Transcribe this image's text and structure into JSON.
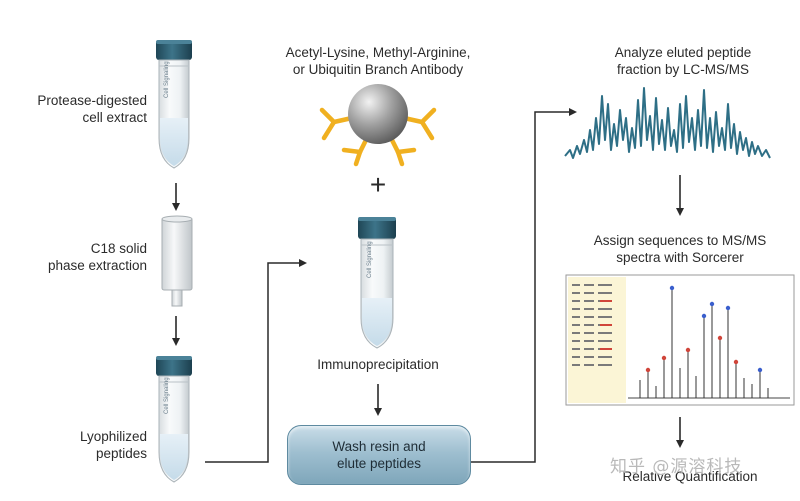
{
  "labels": {
    "digested": "Protease-digested\ncell extract",
    "c18": "C18 solid\nphase extraction",
    "lyophilized": "Lyophilized\npeptides",
    "antibody": "Acetyl-Lysine, Methyl-Arginine,\nor Ubiquitin Branch Antibody",
    "plus": "+",
    "ip": "Immunoprecipitation",
    "wash": "Wash resin and\nelute peptides",
    "analyze": "Analyze eluted peptide\nfraction by LC-MS/MS",
    "assign": "Assign sequences to MS/MS\nspectra with Sorcerer",
    "quant": "Relative Quantification"
  },
  "tube_brand": "Cell Signaling",
  "watermark": "知乎 @源溶科技",
  "colors": {
    "cap": "#2f5f73",
    "arrow": "#2a2a2a",
    "spectrum": "#2e6f86",
    "bead": "#8e8e8e",
    "antibody": "#f0b020"
  }
}
